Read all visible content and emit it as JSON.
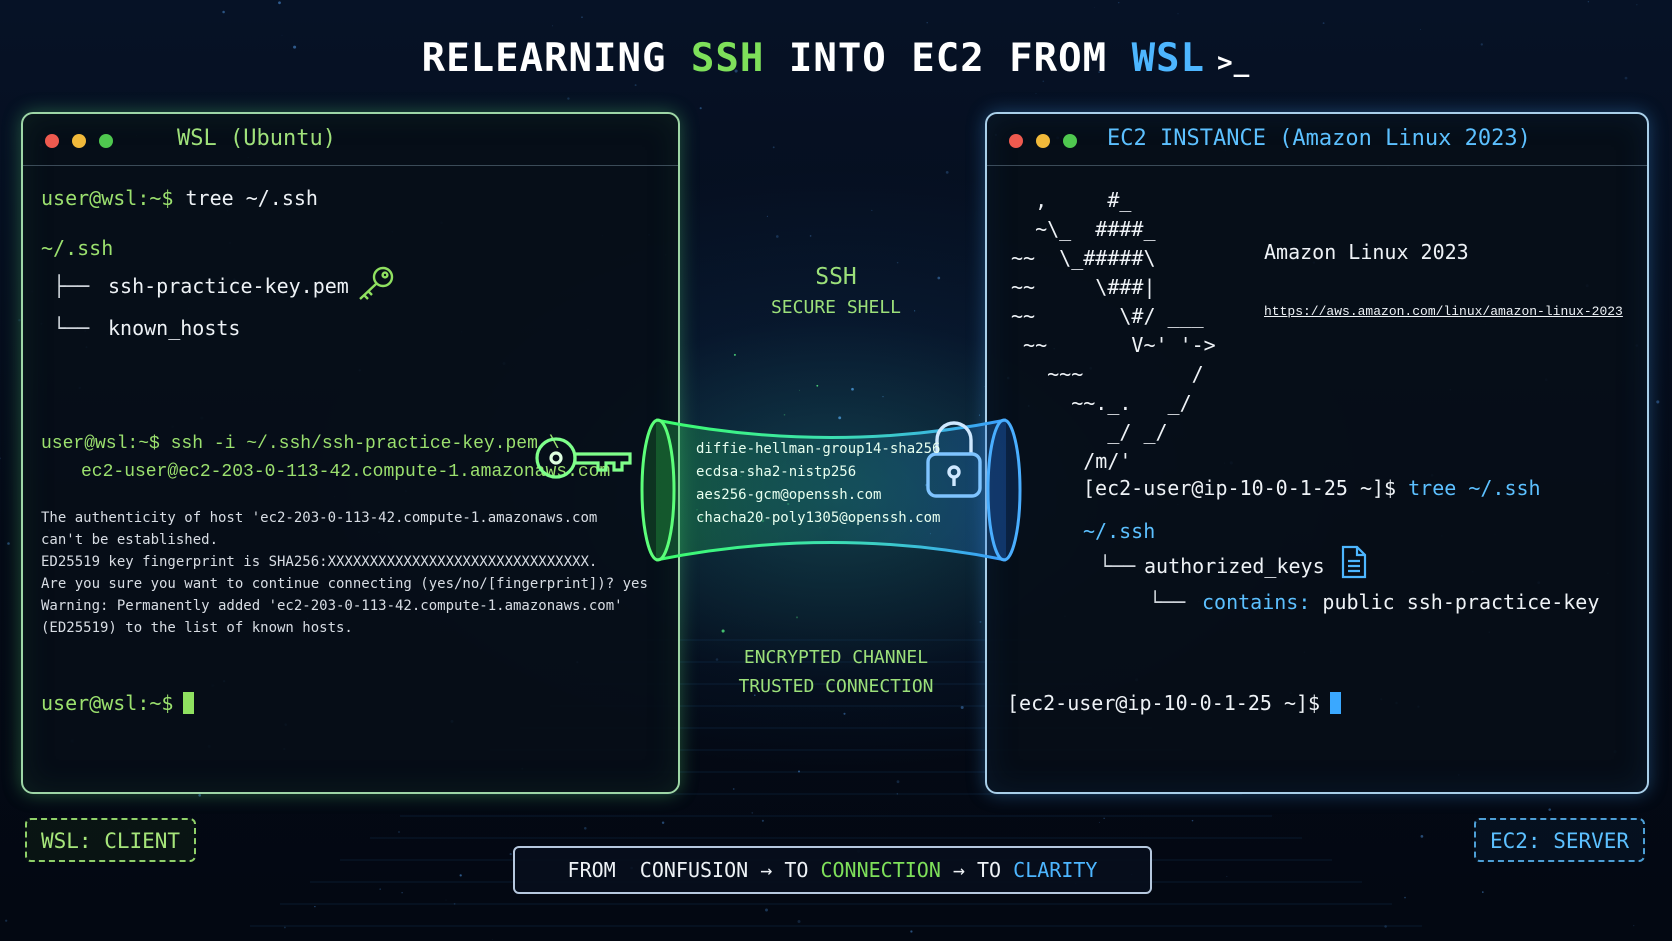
{
  "title": {
    "part1": "RELEARNING ",
    "ssh": "SSH",
    "part2": " INTO EC2 FROM ",
    "wsl": "WSL",
    "prompt": ">_"
  },
  "left_terminal": {
    "title": "WSL (Ubuntu)",
    "prompt": "user@wsl:~$",
    "cmd1": " tree ~/.ssh",
    "dir": "~/.ssh",
    "tree1_branch": "├──",
    "tree1": "ssh-practice-key.pem",
    "tree2_branch": "└──",
    "tree2": "known_hosts",
    "cmd2_line1": " ssh -i ~/.ssh/ssh-practice-key.pem \\",
    "cmd2_line2": "ec2-user@ec2-203-0-113-42.compute-1.amazonaws.com",
    "out1": "The authenticity of host 'ec2-203-0-113-42.compute-1.amazonaws.com",
    "out2": "can't be established.",
    "out3": "ED25519 key fingerprint is SHA256:XXXXXXXXXXXXXXXXXXXXXXXXXXXXXXX.",
    "out4": "Are you sure you want to continue connecting (yes/no/[fingerprint])? yes",
    "out5": "Warning: Permanently added 'ec2-203-0-113-42.compute-1.amazonaws.com'",
    "out6": "(ED25519) to the list of known hosts.",
    "final_prompt": "user@wsl:~$"
  },
  "right_terminal": {
    "title": "EC2 INSTANCE (Amazon Linux 2023)",
    "ascii_art": "  ,     #_\n  ~\\_  ####_\n~~  \\_#####\\\n~~     \\###|\n~~       \\#/ ___\n ~~       V~' '->\n   ~~~         /\n     ~~._.   _/\n        _/ _/\n      /m/'",
    "os_name": "Amazon Linux 2023",
    "os_url": "https://aws.amazon.com/linux/amazon-linux-2023",
    "prompt": "[ec2-user@ip-10-0-1-25 ~]$",
    "cmd": " tree ~/.ssh",
    "dir": "~/.ssh",
    "tree1_branch": "└──",
    "tree1": "authorized_keys",
    "tree2_branch": "└──",
    "tree2_label": "contains:",
    "tree2_value": " public ssh-practice-key",
    "final_prompt": "[ec2-user@ip-10-0-1-25 ~]$"
  },
  "center": {
    "ssh": "SSH",
    "secure_shell": "SECURE SHELL",
    "algorithms": [
      "diffie-hellman-group14-sha256",
      "ecdsa-sha2-nistp256",
      "aes256-gcm@openssh.com",
      "chacha20-poly1305@openssh.com"
    ],
    "encrypted": "ENCRYPTED CHANNEL",
    "trusted": "TRUSTED CONNECTION"
  },
  "tags": {
    "client": "WSL: CLIENT",
    "server": "EC2: SERVER"
  },
  "banner": {
    "from": "FROM",
    "confusion": "CONFUSION",
    "arrow1": "→",
    "to1": "TO",
    "connection": "CONNECTION",
    "arrow2": "→",
    "to2": "TO",
    "clarity": "CLARITY"
  },
  "colors": {
    "accent_green": "#7ee05a",
    "accent_blue": "#4db6ff",
    "background": "#040b16"
  },
  "icons": {
    "key_small": "key-icon",
    "key_large": "key-icon",
    "lock": "padlock-icon",
    "file": "document-icon"
  }
}
